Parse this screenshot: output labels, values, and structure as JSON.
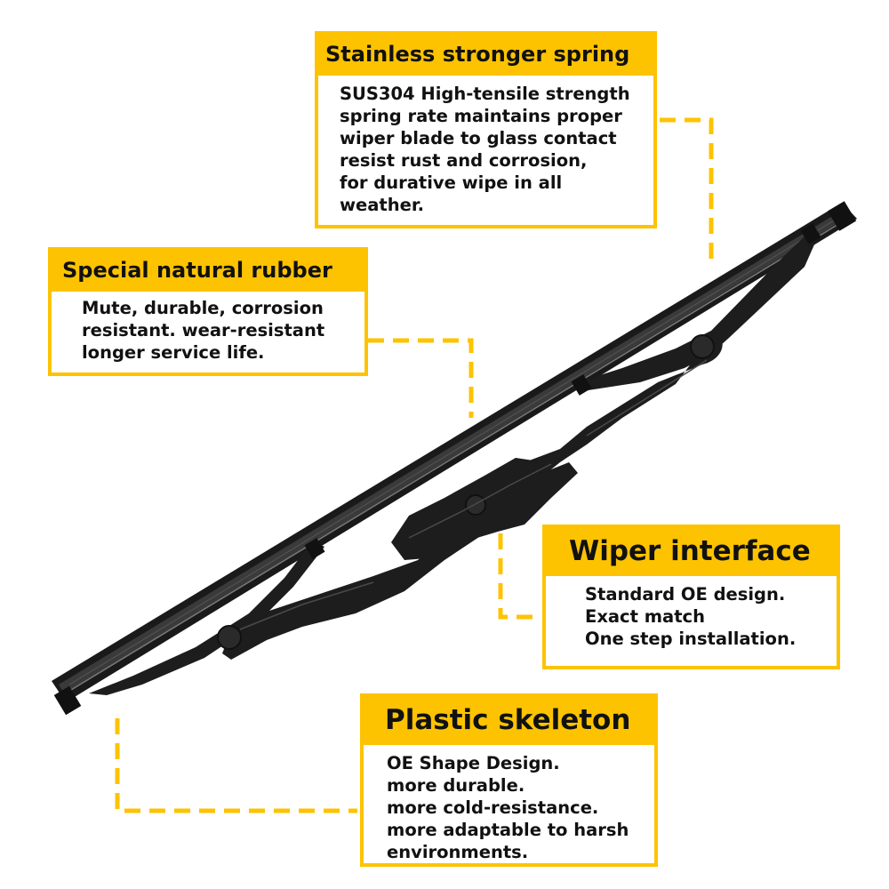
{
  "callouts": {
    "spring": {
      "title": "Stainless stronger spring",
      "text": "SUS304 High-tensile strength\nspring rate maintains proper\nwiper blade to glass contact\nresist rust and corrosion,\nfor durative wipe in all\nweather."
    },
    "rubber": {
      "title": "Special natural rubber",
      "text": "Mute, durable, corrosion\nresistant. wear-resistant\nlonger service life."
    },
    "interface": {
      "title": "Wiper interface",
      "text": "Standard OE design.\nExact match\nOne step installation."
    },
    "skeleton": {
      "title": "Plastic skeleton",
      "text": "OE Shape Design.\nmore durable.\nmore cold-resistance.\nmore adaptable to harsh\nenvironments."
    }
  },
  "colors": {
    "accent": "#fdc300",
    "blade": "#1c1c1c"
  }
}
